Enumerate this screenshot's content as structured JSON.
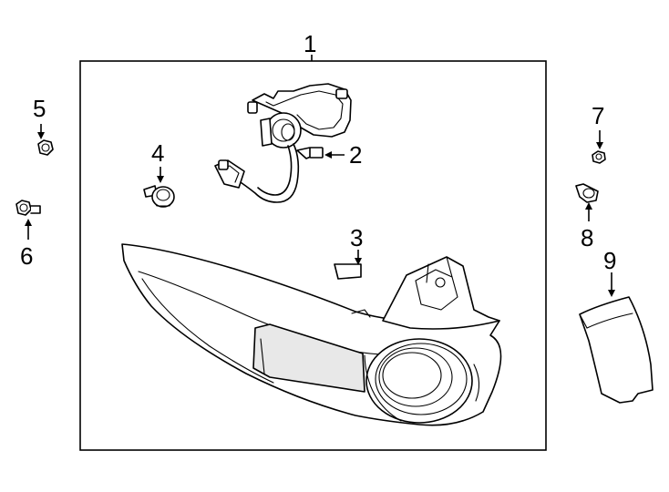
{
  "callouts": {
    "c1": "1",
    "c2": "2",
    "c3": "3",
    "c4": "4",
    "c5": "5",
    "c6": "6",
    "c7": "7",
    "c8": "8",
    "c9": "9"
  },
  "colors": {
    "line": "#000000",
    "background": "#ffffff",
    "shade": "#e8e8e8"
  }
}
